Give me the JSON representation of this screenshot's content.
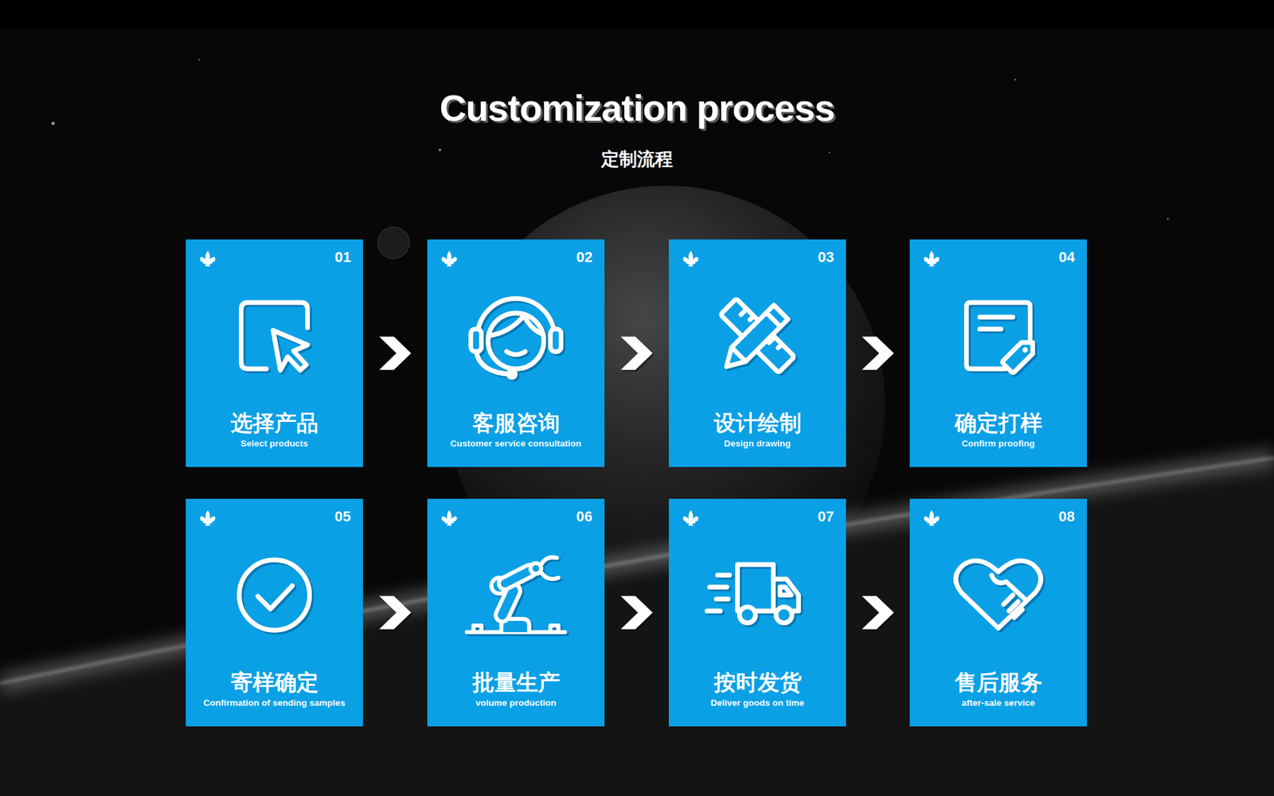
{
  "diagram": {
    "title": "Customization process",
    "nodes": [
      {
        "text": [
          "01",
          "选择产品",
          "Select products"
        ]
      },
      {
        "text": [
          "02",
          "客服咨询",
          "Customer service consultation"
        ]
      },
      {
        "text": [
          "03",
          "设计绘制",
          "Design drawing"
        ]
      },
      {
        "text": [
          "04",
          "确定打样",
          "Confirm proofing"
        ]
      },
      {
        "text": [
          "05",
          "寄样确定",
          "Confirmation of sending samples"
        ]
      },
      {
        "text": [
          "06",
          "批量生产",
          "volume production"
        ]
      },
      {
        "text": [
          "07",
          "按时发货",
          "Deliver goods on time"
        ]
      },
      {
        "text": [
          "08",
          "售后服务",
          "after-sale service"
        ]
      }
    ],
    "edges": [
      {
        "from": 0,
        "to": 1,
        "arrow": "to"
      },
      {
        "from": 1,
        "to": 2,
        "arrow": "to"
      },
      {
        "from": 2,
        "to": 3,
        "arrow": "to"
      },
      {
        "from": 4,
        "to": 5,
        "arrow": "to"
      },
      {
        "from": 5,
        "to": 6,
        "arrow": "to"
      },
      {
        "from": 6,
        "to": 7,
        "arrow": "to"
      }
    ],
    "labels": [
      "定制流程"
    ]
  }
}
